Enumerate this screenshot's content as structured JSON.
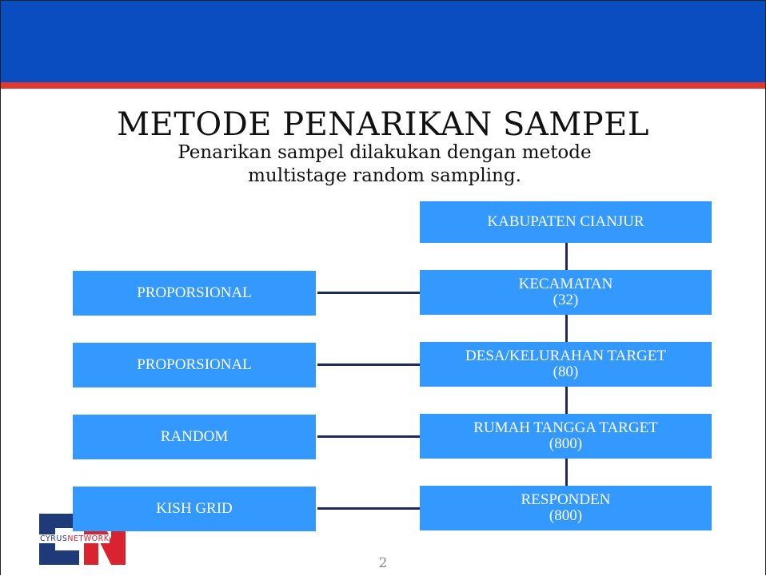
{
  "slide": {
    "title": "METODE PENARIKAN SAMPEL",
    "subtitle_line1": "Penarikan sampel dilakukan dengan metode",
    "subtitle_line2": "multistage random sampling.",
    "page_number": "2"
  },
  "diagram": {
    "top": {
      "label": "KABUPATEN CIANJUR"
    },
    "stages": [
      {
        "left": "PROPORSIONAL",
        "right_line1": "KECAMATAN",
        "right_line2": "(32)"
      },
      {
        "left": "PROPORSIONAL",
        "right_line1": "DESA/KELURAHAN TARGET",
        "right_line2": "(80)"
      },
      {
        "left": "RANDOM",
        "right_line1": "RUMAH TANGGA TARGET",
        "right_line2": "(800)"
      },
      {
        "left": "KISH GRID",
        "right_line1": "RESPONDEN",
        "right_line2": "(800)"
      }
    ]
  },
  "logo": {
    "name": "cyrus-network-logo",
    "text_part1": "CYRUS",
    "text_part2": "NETWORK",
    "colors": {
      "blue": "#1e3a78",
      "red": "#d9232e"
    }
  },
  "colors": {
    "header_blue": "#0a4dc0",
    "header_red": "#e03a30",
    "box_blue": "#3399ff",
    "connector": "#1c2b5a"
  }
}
